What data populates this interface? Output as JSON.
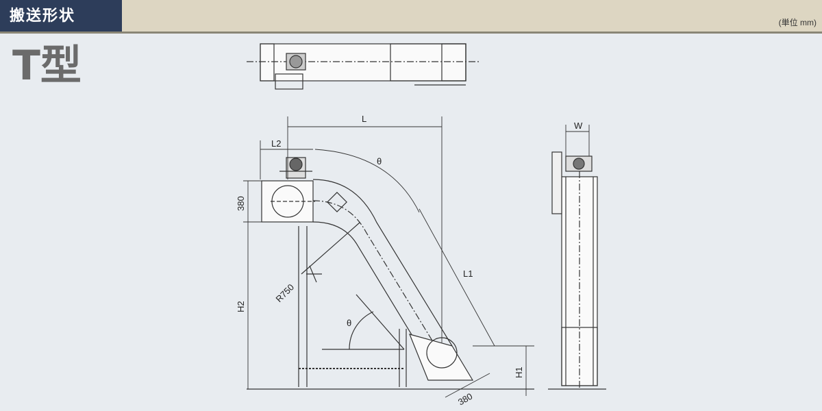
{
  "header": {
    "title": "搬送形状",
    "unit_note": "(単位 mm)"
  },
  "type_title": "T型",
  "dimensions": {
    "L": "L",
    "L2": "L2",
    "L1": "L1",
    "H1": "H1",
    "H2": "H2",
    "W": "W",
    "theta_top": "θ",
    "theta_bottom": "θ",
    "R": "R750",
    "h380_left": "380",
    "h380_bottom": "380"
  },
  "colors": {
    "header_tab": "#2d3d5a",
    "header_bar": "#ddd6c2",
    "background": "#e8ecf0",
    "line": "#333333"
  }
}
